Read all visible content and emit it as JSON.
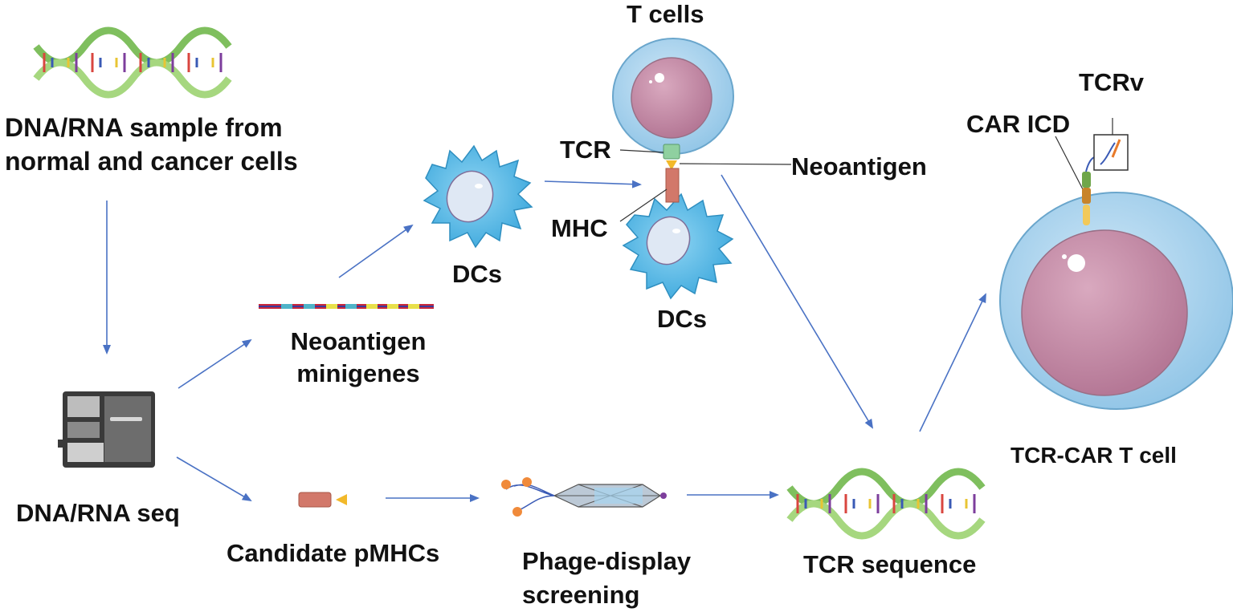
{
  "labels": {
    "dna_sample_line1": "DNA/RNA sample from",
    "dna_sample_line2": "normal and cancer cells",
    "dna_rna_seq": "DNA/RNA seq",
    "neoantigen_minigenes_line1": "Neoantigen",
    "neoantigen_minigenes_line2": "minigenes",
    "candidate_pmhcs": "Candidate pMHCs",
    "phage_display_line1": "Phage-display",
    "phage_display_line2": "screening",
    "tcr_sequence": "TCR sequence",
    "dcs_left": "DCs",
    "dcs_bottom": "DCs",
    "t_cells": "T cells",
    "tcr": "TCR",
    "mhc": "MHC",
    "neoantigen": "Neoantigen",
    "car_icd": "CAR ICD",
    "tcrv": "TCRv",
    "tcr_car_t_cell": "TCR-CAR T cell"
  },
  "colors": {
    "arrow": "#4a72c4",
    "cell_outer": "#a9d3ee",
    "cell_nucleus": "#c58fa8",
    "dc_body": "#6fc3ea",
    "dna_green": "#8cc26a",
    "mhc": "#d2786a",
    "tcr": "#8fd0a0",
    "peptide": "#f2b92a"
  },
  "icons": [
    "dna-helix-icon",
    "sequencer-icon",
    "dendritic-cell-icon",
    "t-cell-icon",
    "phage-icon",
    "pmhc-icon",
    "minigene-strip-icon",
    "car-t-cell-icon"
  ]
}
